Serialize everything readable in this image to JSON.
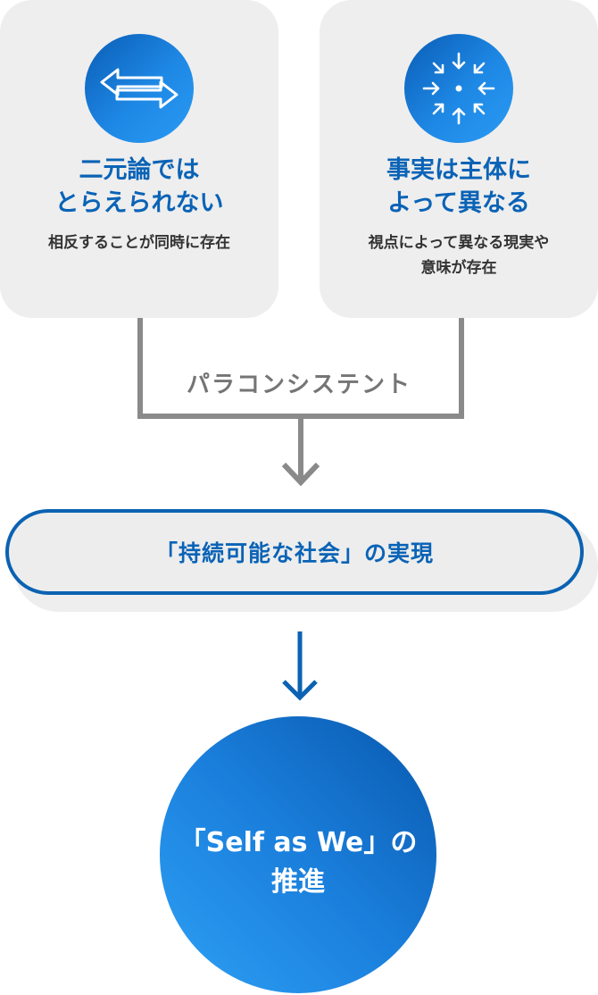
{
  "cards": [
    {
      "icon": "left-right-arrows-icon",
      "title_lines": [
        "二元論では",
        "とらえられない"
      ],
      "desc_lines": [
        "相反することが同時に存在"
      ]
    },
    {
      "icon": "converging-arrows-icon",
      "title_lines": [
        "事実は主体に",
        "よって異なる"
      ],
      "desc_lines": [
        "視点によって異なる現実や",
        "意味が存在"
      ]
    }
  ],
  "connector_label": "パラコンシステント",
  "outcome_label": "「持続可能な社会」の実現",
  "goal_lines": [
    "「Self as We」の",
    "推進"
  ],
  "colors": {
    "primary_blue": "#0a63b6",
    "card_gray": "#eeeeee",
    "connector_gray": "#8a8a8a",
    "text_dark": "#333333"
  }
}
